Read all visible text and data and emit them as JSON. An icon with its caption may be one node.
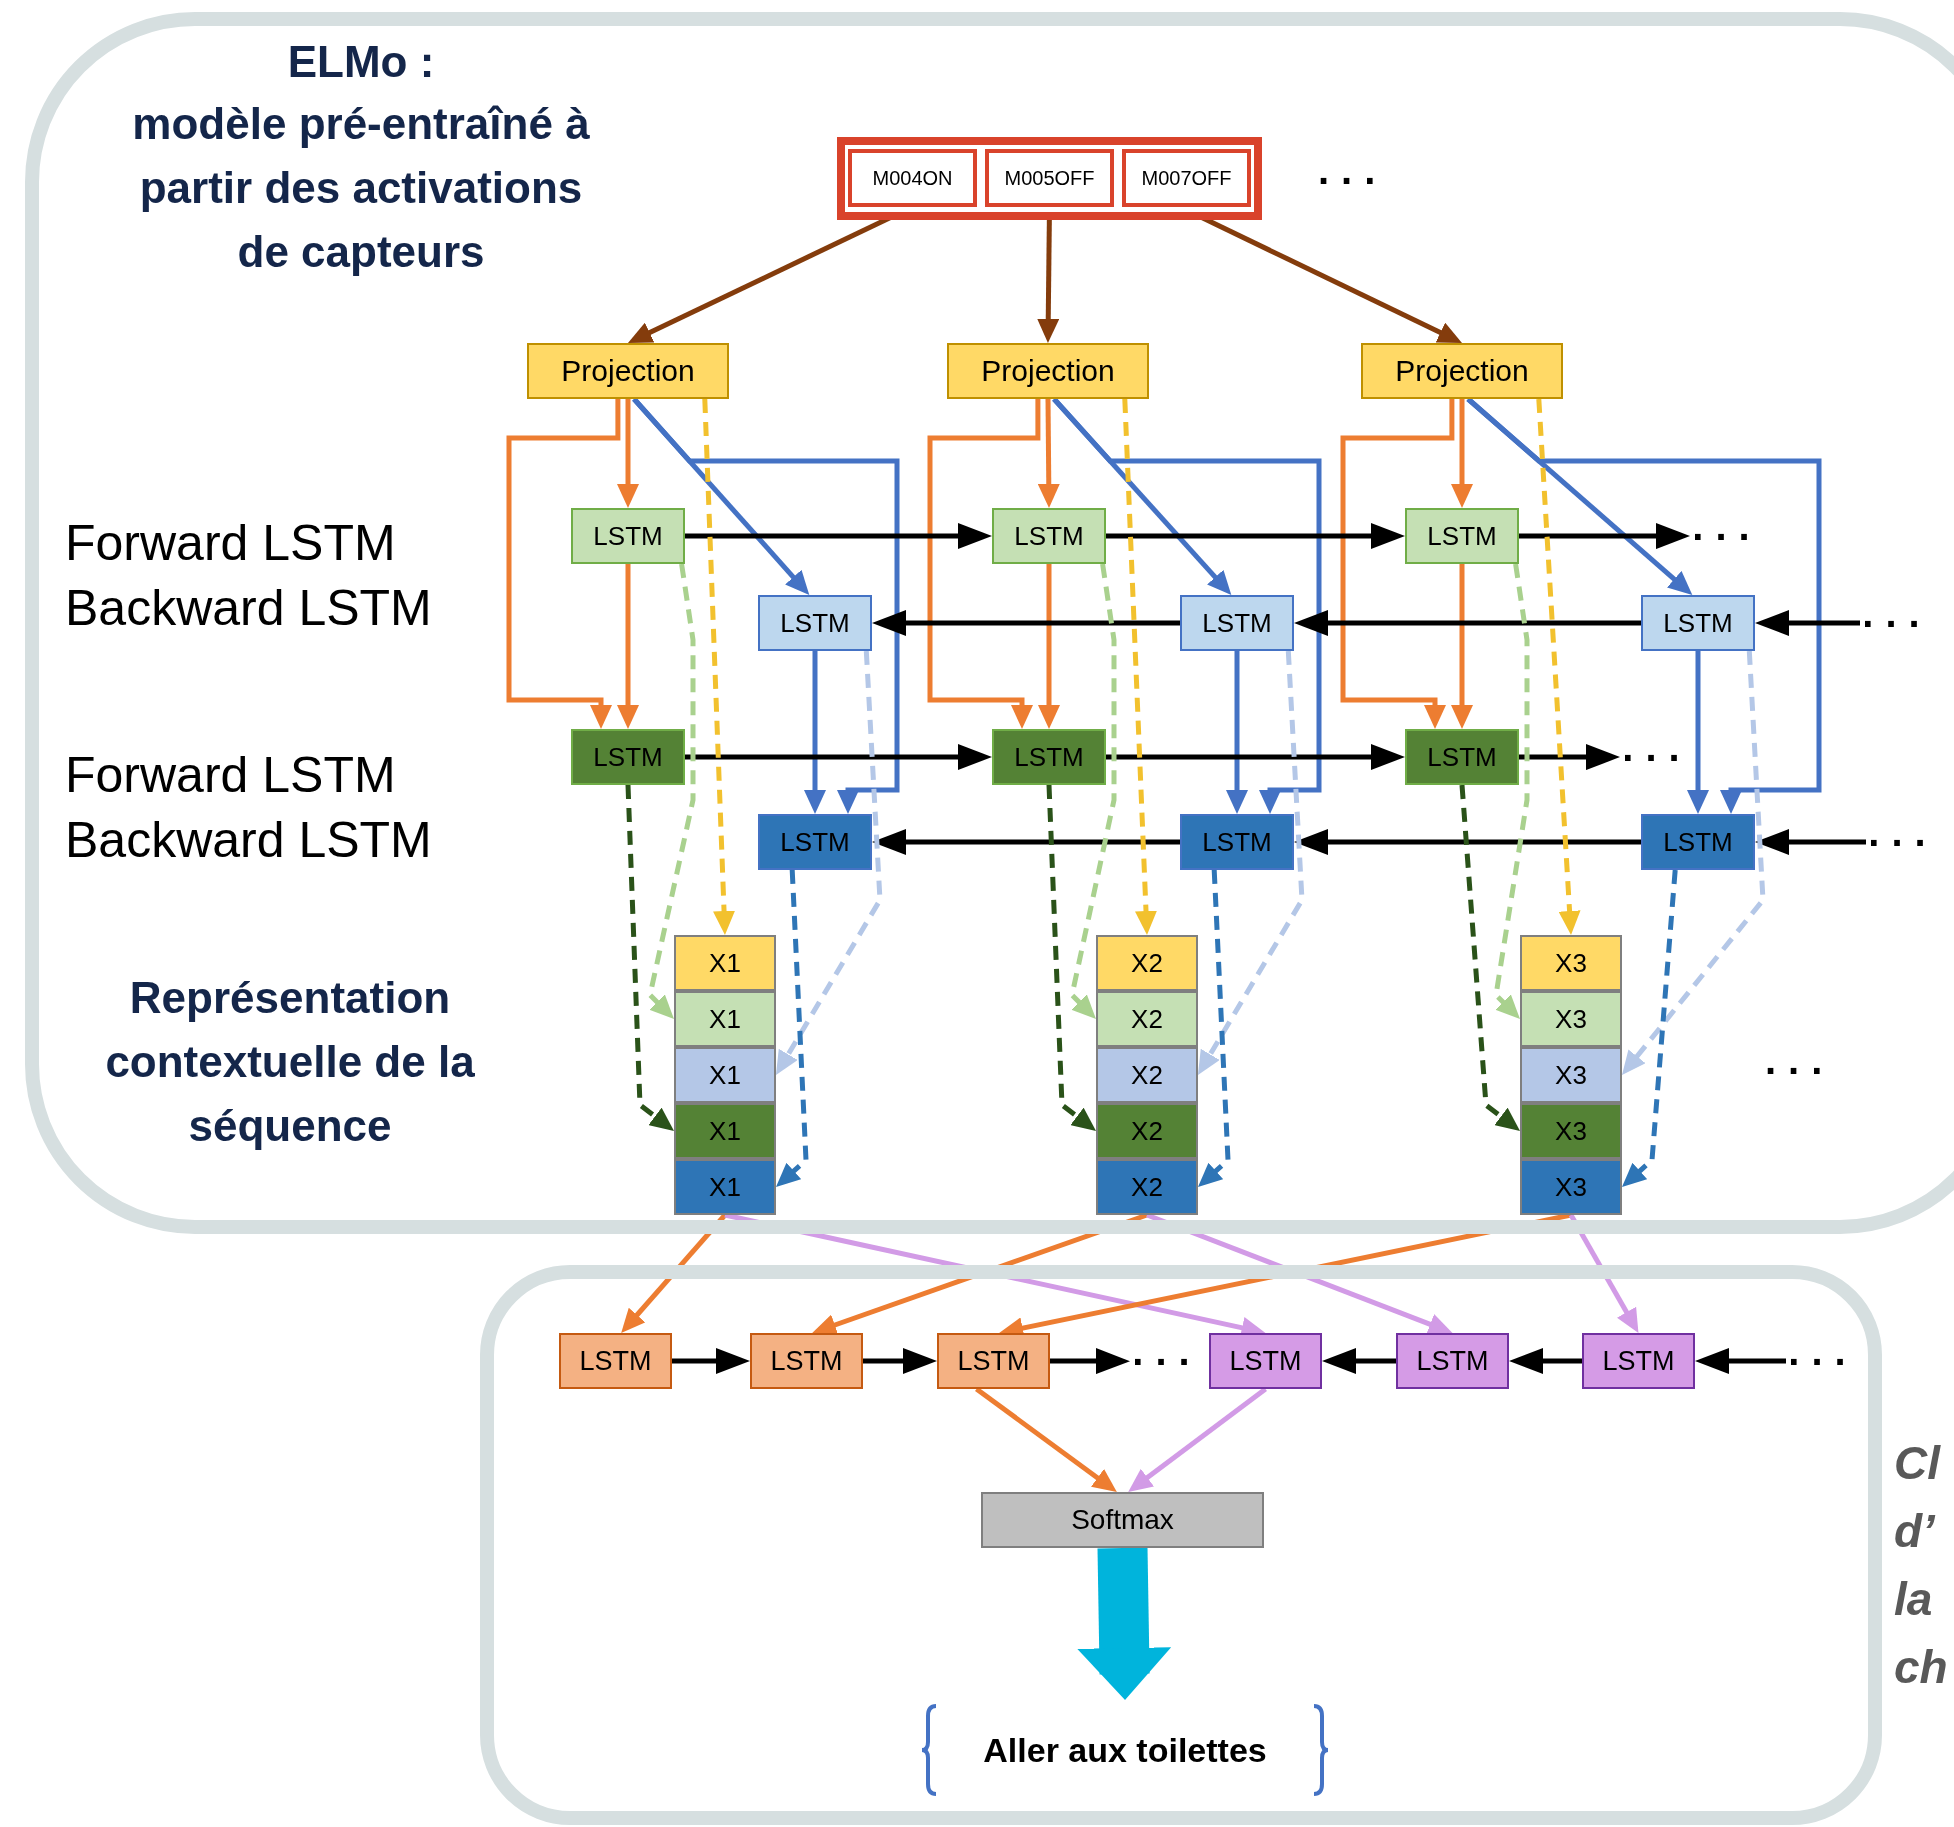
{
  "diagram": {
    "nodes": [
      {
        "text": [
          "ELMo :",
          "modèle pré-entraîné à partir des activations de capteurs"
        ]
      },
      {
        "text": [],
        "shape": "box",
        "in": 0
      },
      {
        "text": [
          "M004ON"
        ],
        "in": 1
      },
      {
        "text": [
          "M005OFF"
        ],
        "in": 1
      },
      {
        "text": [
          "M007OFF"
        ],
        "in": 1
      },
      {
        "text": [
          "Projection"
        ],
        "in": 0
      },
      {
        "text": [
          "Projection"
        ],
        "in": 0
      },
      {
        "text": [
          "Projection"
        ],
        "in": 0
      },
      {
        "text": [
          "LSTM"
        ],
        "in": 0
      },
      {
        "text": [
          "LSTM"
        ],
        "in": 0
      },
      {
        "text": [
          "LSTM"
        ],
        "in": 0
      },
      {
        "text": [
          "LSTM"
        ],
        "in": 0
      },
      {
        "text": [
          "LSTM"
        ],
        "in": 0
      },
      {
        "text": [
          "LSTM"
        ],
        "in": 0
      },
      {
        "text": [
          "LSTM"
        ],
        "in": 0
      },
      {
        "text": [
          "LSTM"
        ],
        "in": 0
      },
      {
        "text": [
          "LSTM"
        ],
        "in": 0
      },
      {
        "text": [
          "LSTM"
        ],
        "in": 0
      },
      {
        "text": [
          "LSTM"
        ],
        "in": 0
      },
      {
        "text": [
          "LSTM"
        ],
        "in": 0
      },
      {
        "text": [
          "X1"
        ],
        "in": 0
      },
      {
        "text": [
          "X1"
        ],
        "in": 0
      },
      {
        "text": [
          "X1"
        ],
        "in": 0
      },
      {
        "text": [
          "X1"
        ],
        "in": 0
      },
      {
        "text": [
          "X1"
        ],
        "in": 0
      },
      {
        "text": [
          "X2"
        ],
        "in": 0
      },
      {
        "text": [
          "X2"
        ],
        "in": 0
      },
      {
        "text": [
          "X2"
        ],
        "in": 0
      },
      {
        "text": [
          "X2"
        ],
        "in": 0
      },
      {
        "text": [
          "X2"
        ],
        "in": 0
      },
      {
        "text": [
          "X3"
        ],
        "in": 0
      },
      {
        "text": [
          "X3"
        ],
        "in": 0
      },
      {
        "text": [
          "X3"
        ],
        "in": 0
      },
      {
        "text": [
          "X3"
        ],
        "in": 0
      },
      {
        "text": [
          "X3"
        ],
        "in": 0
      },
      {
        "text": [],
        "shape": "box"
      },
      {
        "text": [
          "LSTM"
        ],
        "in": 35
      },
      {
        "text": [
          "LSTM"
        ],
        "in": 35
      },
      {
        "text": [
          "LSTM"
        ],
        "in": 35
      },
      {
        "text": [
          "LSTM"
        ],
        "in": 35
      },
      {
        "text": [
          "LSTM"
        ],
        "in": 35
      },
      {
        "text": [
          "LSTM"
        ],
        "in": 35
      },
      {
        "text": [
          "Softmax"
        ],
        "in": 35
      },
      {
        "text": [
          "Aller aux toilettes"
        ],
        "in": 35
      },
      {
        "text": [
          "..."
        ],
        "in": 0
      },
      {
        "text": [
          "..."
        ],
        "in": 0
      },
      {
        "text": [
          "..."
        ],
        "in": 0
      },
      {
        "text": [
          "..."
        ],
        "in": 0
      },
      {
        "text": [
          "..."
        ],
        "in": 35
      },
      {
        "text": [
          "..."
        ],
        "in": 35
      }
    ],
    "edges": [
      {
        "from": 2,
        "to": 5,
        "arrow": "to",
        "color": "#843c0c"
      },
      {
        "from": 3,
        "to": 6,
        "arrow": "to",
        "color": "#843c0c"
      },
      {
        "from": 4,
        "to": 7,
        "arrow": "to",
        "color": "#843c0c"
      },
      {
        "from": 5,
        "to": 8,
        "arrow": "to",
        "color": "#ed7d31"
      },
      {
        "from": 6,
        "to": 9,
        "arrow": "to",
        "color": "#ed7d31"
      },
      {
        "from": 7,
        "to": 10,
        "arrow": "to",
        "color": "#ed7d31"
      },
      {
        "from": 5,
        "to": 11,
        "arrow": "to",
        "color": "#4472c4"
      },
      {
        "from": 6,
        "to": 12,
        "arrow": "to",
        "color": "#4472c4"
      },
      {
        "from": 7,
        "to": 13,
        "arrow": "to",
        "color": "#4472c4"
      },
      {
        "from": 5,
        "to": 14,
        "arrow": "to",
        "color": "#ed7d31"
      },
      {
        "from": 6,
        "to": 15,
        "arrow": "to",
        "color": "#ed7d31"
      },
      {
        "from": 7,
        "to": 16,
        "arrow": "to",
        "color": "#ed7d31"
      },
      {
        "from": 8,
        "to": 14,
        "arrow": "to",
        "color": "#ed7d31"
      },
      {
        "from": 9,
        "to": 15,
        "arrow": "to",
        "color": "#ed7d31"
      },
      {
        "from": 10,
        "to": 16,
        "arrow": "to",
        "color": "#ed7d31"
      },
      {
        "from": 5,
        "to": 17,
        "arrow": "to",
        "color": "#4472c4"
      },
      {
        "from": 6,
        "to": 18,
        "arrow": "to",
        "color": "#4472c4"
      },
      {
        "from": 7,
        "to": 19,
        "arrow": "to",
        "color": "#4472c4"
      },
      {
        "from": 11,
        "to": 17,
        "arrow": "to",
        "color": "#4472c4"
      },
      {
        "from": 12,
        "to": 18,
        "arrow": "to",
        "color": "#4472c4"
      },
      {
        "from": 13,
        "to": 19,
        "arrow": "to",
        "color": "#4472c4"
      },
      {
        "from": 8,
        "to": 9,
        "arrow": "to"
      },
      {
        "from": 9,
        "to": 10,
        "arrow": "to"
      },
      {
        "from": 10,
        "to": 44,
        "arrow": "to"
      },
      {
        "from": 45,
        "to": 13,
        "arrow": "to"
      },
      {
        "from": 13,
        "to": 12,
        "arrow": "to"
      },
      {
        "from": 12,
        "to": 11,
        "arrow": "to"
      },
      {
        "from": 14,
        "to": 15,
        "arrow": "to"
      },
      {
        "from": 15,
        "to": 16,
        "arrow": "to"
      },
      {
        "from": 16,
        "to": 46,
        "arrow": "to"
      },
      {
        "from": 47,
        "to": 19,
        "arrow": "to"
      },
      {
        "from": 19,
        "to": 18,
        "arrow": "to"
      },
      {
        "from": 18,
        "to": 17,
        "arrow": "to"
      },
      {
        "from": 5,
        "to": 20,
        "arrow": "to",
        "style": "dashed",
        "color": "#f2c12e"
      },
      {
        "from": 6,
        "to": 25,
        "arrow": "to",
        "style": "dashed",
        "color": "#f2c12e"
      },
      {
        "from": 7,
        "to": 30,
        "arrow": "to",
        "style": "dashed",
        "color": "#f2c12e"
      },
      {
        "from": 8,
        "to": 21,
        "arrow": "to",
        "style": "dashed",
        "color": "#a9d18e"
      },
      {
        "from": 9,
        "to": 26,
        "arrow": "to",
        "style": "dashed",
        "color": "#a9d18e"
      },
      {
        "from": 10,
        "to": 31,
        "arrow": "to",
        "style": "dashed",
        "color": "#a9d18e"
      },
      {
        "from": 14,
        "to": 23,
        "arrow": "to",
        "style": "dashed",
        "color": "#2a5219"
      },
      {
        "from": 15,
        "to": 28,
        "arrow": "to",
        "style": "dashed",
        "color": "#2a5219"
      },
      {
        "from": 16,
        "to": 33,
        "arrow": "to",
        "style": "dashed",
        "color": "#2a5219"
      },
      {
        "from": 11,
        "to": 22,
        "arrow": "to",
        "style": "dashed",
        "color": "#b4c7e7"
      },
      {
        "from": 12,
        "to": 27,
        "arrow": "to",
        "style": "dashed",
        "color": "#b4c7e7"
      },
      {
        "from": 13,
        "to": 32,
        "arrow": "to",
        "style": "dashed",
        "color": "#b4c7e7"
      },
      {
        "from": 17,
        "to": 24,
        "arrow": "to",
        "style": "dashed",
        "color": "#2e75b6"
      },
      {
        "from": 18,
        "to": 29,
        "arrow": "to",
        "style": "dashed",
        "color": "#2e75b6"
      },
      {
        "from": 19,
        "to": 34,
        "arrow": "to",
        "style": "dashed",
        "color": "#2e75b6"
      },
      {
        "from": 24,
        "to": 36,
        "arrow": "to",
        "color": "#ed7d31"
      },
      {
        "from": 24,
        "to": 39,
        "arrow": "to",
        "color": "#d29be6"
      },
      {
        "from": 29,
        "to": 37,
        "arrow": "to",
        "color": "#ed7d31"
      },
      {
        "from": 29,
        "to": 40,
        "arrow": "to",
        "color": "#d29be6"
      },
      {
        "from": 34,
        "to": 38,
        "arrow": "to",
        "color": "#ed7d31"
      },
      {
        "from": 34,
        "to": 41,
        "arrow": "to",
        "color": "#d29be6"
      },
      {
        "from": 36,
        "to": 37,
        "arrow": "to"
      },
      {
        "from": 37,
        "to": 38,
        "arrow": "to"
      },
      {
        "from": 38,
        "to": 48,
        "arrow": "to"
      },
      {
        "from": 49,
        "to": 41,
        "arrow": "to"
      },
      {
        "from": 41,
        "to": 40,
        "arrow": "to"
      },
      {
        "from": 40,
        "to": 39,
        "arrow": "to"
      },
      {
        "from": 38,
        "to": 42,
        "arrow": "to",
        "color": "#ed7d31"
      },
      {
        "from": 39,
        "to": 42,
        "arrow": "to",
        "color": "#d29be6"
      },
      {
        "from": 42,
        "to": 43,
        "arrow": "to",
        "style": "thick",
        "color": "#00b4dc"
      }
    ],
    "labels": [
      "...",
      "Forward LSTM",
      "Backward LSTM",
      "Forward LSTM",
      "Backward LSTM",
      "Représentation contextuelle de la séquence",
      "...",
      "Cl",
      "d’",
      "la",
      "ch"
    ]
  }
}
